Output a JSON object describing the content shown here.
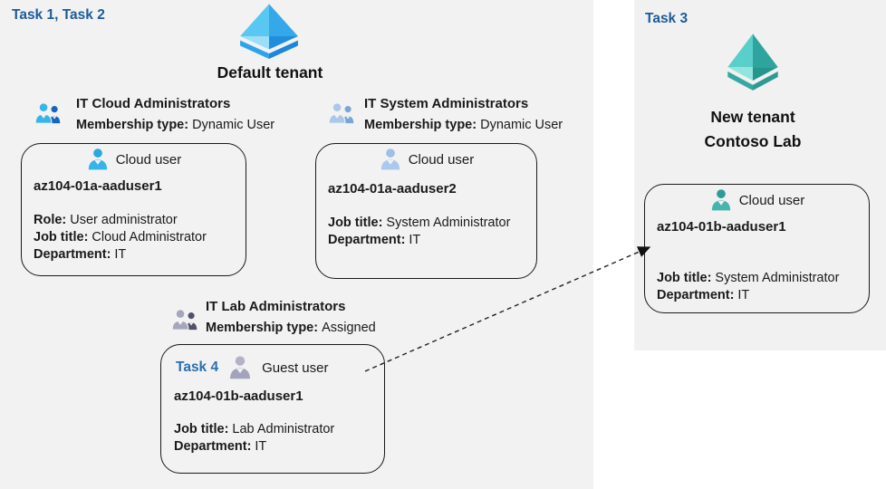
{
  "colors": {
    "page_bg": "#ffffff",
    "left_panel_bg": "#f2f2f2",
    "right_panel_bg": "#f1f1f1",
    "task_label_blue": "#1d5b98",
    "task4_blue": "#2a6fb0",
    "box_border": "#1a1a1a",
    "azure_tenant_blue": "#2aa0e8",
    "azure_tenant_teal": "#2fa39d",
    "cloud_user_cyan": "#2fb0e6",
    "cloud_user_pale_blue": "#a9c8ea",
    "guest_user_gray": "#a3a3bd",
    "cloud_user_teal": "#3aada6"
  },
  "left_panel": {
    "task_label": "Task 1, Task 2",
    "tenant_name": "Default tenant",
    "tenant_icon": "azure-ad-tenant-icon",
    "groups": [
      {
        "icon": "group-icon",
        "name": "IT Cloud Administrators",
        "membership_label": "Membership type:",
        "membership_value": "Dynamic User"
      },
      {
        "icon": "group-icon",
        "name": "IT System Administrators",
        "membership_label": "Membership type:",
        "membership_value": "Dynamic User"
      },
      {
        "icon": "group-icon",
        "name": "IT Lab Administrators",
        "membership_label": "Membership type:",
        "membership_value": "Assigned"
      }
    ],
    "users": [
      {
        "icon": "user-icon",
        "type_label": "Cloud user",
        "name": "az104-01a-aaduser1",
        "attributes": [
          {
            "label": "Role:",
            "value": "User administrator"
          },
          {
            "label": "Job title:",
            "value": "Cloud Administrator"
          },
          {
            "label": "Department:",
            "value": "IT"
          }
        ]
      },
      {
        "icon": "user-icon",
        "type_label": "Cloud user",
        "name": "az104-01a-aaduser2",
        "attributes": [
          {
            "label": "Job title:",
            "value": "System Administrator"
          },
          {
            "label": "Department:",
            "value": "IT"
          }
        ]
      },
      {
        "icon": "user-icon",
        "task_label": "Task 4",
        "type_label": "Guest user",
        "name": "az104-01b-aaduser1",
        "attributes": [
          {
            "label": "Job title:",
            "value": "Lab Administrator"
          },
          {
            "label": "Department:",
            "value": "IT"
          }
        ]
      }
    ]
  },
  "right_panel": {
    "task_label": "Task 3",
    "tenant_icon": "azure-ad-tenant-icon",
    "tenant_name_line1": "New tenant",
    "tenant_name_line2": "Contoso Lab",
    "user": {
      "icon": "user-icon",
      "type_label": "Cloud user",
      "name": "az104-01b-aaduser1",
      "attributes": [
        {
          "label": "Job title:",
          "value": "System Administrator"
        },
        {
          "label": "Department:",
          "value": "IT"
        }
      ]
    }
  },
  "arrow": {
    "from": "guest-user-box",
    "to": "new-tenant-cloud-user-box",
    "style": "dashed"
  }
}
